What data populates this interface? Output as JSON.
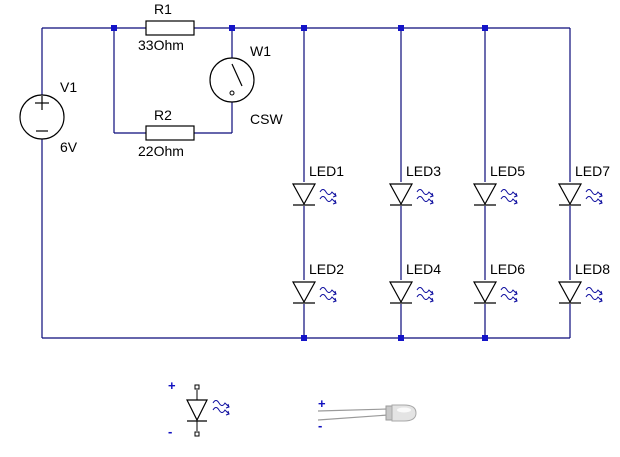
{
  "colors": {
    "wire": "#0a0a7a",
    "junction": "#1414c8",
    "component": "#000000",
    "light_arrow": "#1010a0",
    "led_lens": "#d6d6d6",
    "plus_minus": "#1010c0"
  },
  "source": {
    "name": "V1",
    "value": "6V"
  },
  "resistors": [
    {
      "name": "R1",
      "value": "33Ohm"
    },
    {
      "name": "R2",
      "value": "22Ohm"
    }
  ],
  "switch": {
    "name": "W1",
    "type": "CSW"
  },
  "leds": [
    "LED1",
    "LED2",
    "LED3",
    "LED4",
    "LED5",
    "LED6",
    "LED7",
    "LED8"
  ],
  "legend": {
    "symbol_plus": "+",
    "symbol_minus": "-",
    "photo_plus": "+",
    "photo_minus": "-"
  }
}
